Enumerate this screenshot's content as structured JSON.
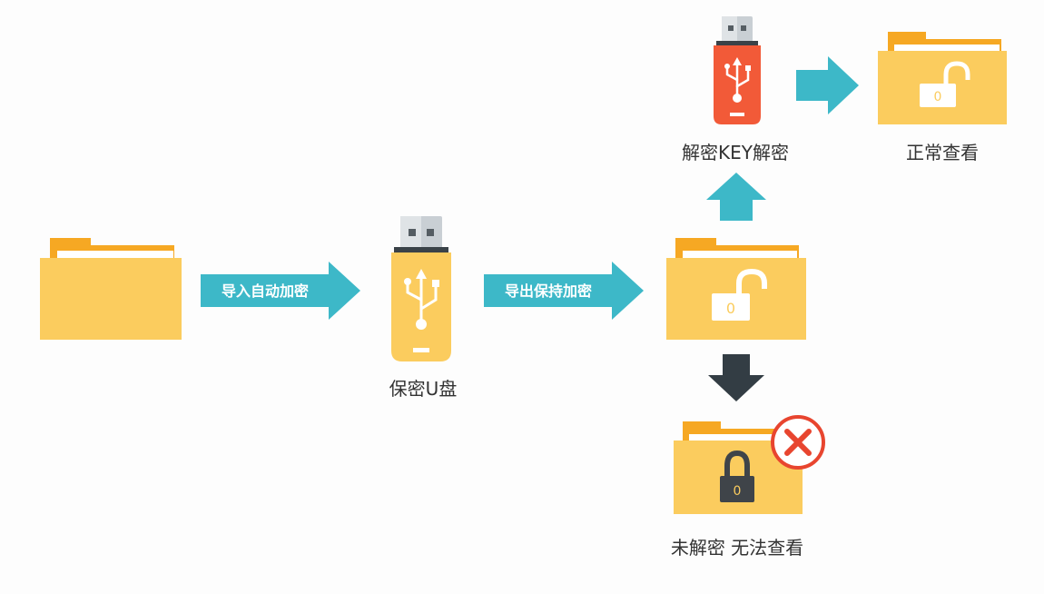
{
  "colors": {
    "folder_back": "#f6a823",
    "folder_front": "#fbcc5e",
    "arrow_teal": "#3db8c8",
    "arrow_dark": "#333d44",
    "usb_red": "#f25a38",
    "usb_yellow": "#fbcc5e",
    "usb_cap": "#c9cfd4",
    "lock_dark": "#3f4449",
    "error_red": "#e8452f",
    "text": "#333333"
  },
  "arrows": {
    "import_label": "导入自动加密",
    "export_label": "导出保持加密"
  },
  "labels": {
    "secure_usb": "保密U盘",
    "decrypt_key": "解密KEY解密",
    "normal_view": "正常查看",
    "not_decrypted": "未解密 无法查看"
  },
  "icons": {
    "source_folder": "folder-icon",
    "secure_usb": "usb-drive-icon",
    "key_usb": "usb-drive-icon",
    "middle_folder": "unlocked-folder-icon",
    "result_folder": "unlocked-folder-icon",
    "locked_folder": "locked-folder-icon",
    "error": "x-circle-icon",
    "lock_digit": "0"
  }
}
